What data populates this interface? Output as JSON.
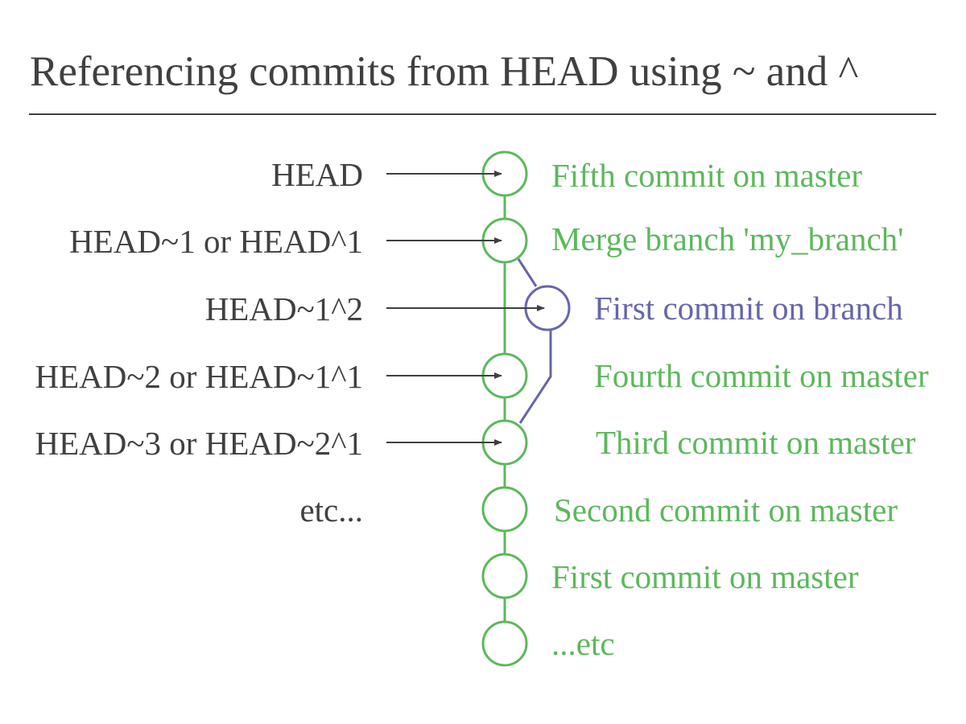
{
  "title": "Referencing commits from HEAD using ~ and ^",
  "colors": {
    "text": "#404040",
    "master": "#5cb85c",
    "branch": "#6666aa",
    "arrow": "#404040"
  },
  "refs": [
    {
      "label": "HEAD",
      "target": "fifth"
    },
    {
      "label": "HEAD~1 or HEAD^1",
      "target": "merge"
    },
    {
      "label": "HEAD~1^2",
      "target": "branch_first"
    },
    {
      "label": "HEAD~2 or HEAD~1^1",
      "target": "fourth"
    },
    {
      "label": "HEAD~3 or HEAD~2^1",
      "target": "third"
    },
    {
      "label": "etc...",
      "target": null
    }
  ],
  "commits": [
    {
      "id": "fifth",
      "message": "Fifth commit on master",
      "branch": "master"
    },
    {
      "id": "merge",
      "message": "Merge branch 'my_branch'",
      "branch": "master"
    },
    {
      "id": "branch_first",
      "message": "First commit on branch",
      "branch": "my_branch"
    },
    {
      "id": "fourth",
      "message": "Fourth commit on master",
      "branch": "master"
    },
    {
      "id": "third",
      "message": "Third commit on master",
      "branch": "master"
    },
    {
      "id": "second",
      "message": "Second commit on master",
      "branch": "master"
    },
    {
      "id": "first",
      "message": "First commit on master",
      "branch": "master"
    },
    {
      "id": "etc",
      "message": "...etc",
      "branch": "master"
    }
  ]
}
